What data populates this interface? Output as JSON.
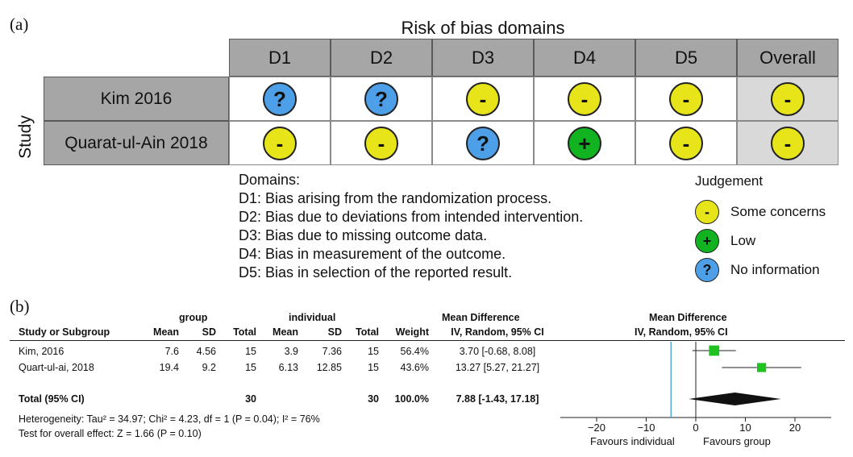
{
  "panel_a": {
    "label": "(a)",
    "title": "Risk of bias domains",
    "columns": [
      "D1",
      "D2",
      "D3",
      "D4",
      "D5",
      "Overall"
    ],
    "axis_label": "Study",
    "studies": [
      {
        "name": "Kim 2016",
        "judgements": [
          "?",
          "?",
          "-",
          "-",
          "-",
          "-"
        ],
        "colors": [
          "blue",
          "blue",
          "yellow",
          "yellow",
          "yellow",
          "yellow"
        ]
      },
      {
        "name": "Quarat-ul-Ain 2018",
        "judgements": [
          "-",
          "-",
          "?",
          "+",
          "-",
          "-"
        ],
        "colors": [
          "yellow",
          "yellow",
          "blue",
          "green",
          "yellow",
          "yellow"
        ]
      }
    ],
    "domains_heading": "Domains:",
    "domains": [
      "D1: Bias arising from the randomization process.",
      "D2: Bias due to deviations from intended intervention.",
      "D3: Bias due to missing outcome data.",
      "D4: Bias in measurement of the outcome.",
      "D5: Bias in selection of the reported result."
    ],
    "legend": {
      "title": "Judgement",
      "items": [
        {
          "symbol": "-",
          "color": "yellow",
          "label": "Some concerns"
        },
        {
          "symbol": "+",
          "color": "green",
          "label": "Low"
        },
        {
          "symbol": "?",
          "color": "blue",
          "label": "No information"
        }
      ]
    },
    "colors": {
      "yellow": "#e7e41a",
      "green": "#12b320",
      "blue": "#4d9fe8",
      "header_gray": "#a6a6a6"
    }
  },
  "panel_b": {
    "label": "(b)",
    "group_header": "group",
    "individual_header": "individual",
    "md_header": "Mean Difference",
    "md_sub": "IV, Random, 95% CI",
    "plot_header": "Mean Difference",
    "plot_sub": "IV, Random, 95% CI",
    "columns": [
      "Study or Subgroup",
      "Mean",
      "SD",
      "Total",
      "Mean",
      "SD",
      "Total",
      "Weight",
      "IV, Random, 95% CI"
    ],
    "rows": [
      {
        "study": "Kim, 2016",
        "g_mean": "7.6",
        "g_sd": "4.56",
        "g_total": "15",
        "i_mean": "3.9",
        "i_sd": "7.36",
        "i_total": "15",
        "weight": "56.4%",
        "ci": "3.70 [-0.68, 8.08]"
      },
      {
        "study": "Quart-ul-ai, 2018",
        "g_mean": "19.4",
        "g_sd": "9.2",
        "g_total": "15",
        "i_mean": "6.13",
        "i_sd": "12.85",
        "i_total": "15",
        "weight": "43.6%",
        "ci": "13.27 [5.27, 21.27]"
      }
    ],
    "total": {
      "label": "Total (95% CI)",
      "g_total": "30",
      "i_total": "30",
      "weight": "100.0%",
      "ci": "7.88 [-1.43, 17.18]"
    },
    "heterogeneity": "Heterogeneity: Tau² = 34.97; Chi² = 4.23, df = 1 (P = 0.04); I² = 76%",
    "overall_effect": "Test for overall effect: Z = 1.66 (P = 0.10)",
    "favours_left": "Favours individual",
    "favours_right": "Favours group"
  },
  "chart_data": {
    "type": "forest",
    "x_ticks": [
      -20,
      -10,
      0,
      10,
      20
    ],
    "x_tick_labels": [
      "−20",
      "−10",
      "0",
      "10",
      "20"
    ],
    "xlim": [
      -28,
      28
    ],
    "reference_line": -5,
    "studies": [
      {
        "name": "Kim, 2016",
        "estimate": 3.7,
        "lower": -0.68,
        "upper": 8.08,
        "weight": 56.4
      },
      {
        "name": "Quart-ul-ai, 2018",
        "estimate": 13.27,
        "lower": 5.27,
        "upper": 21.27,
        "weight": 43.6
      }
    ],
    "pooled": {
      "estimate": 7.88,
      "lower": -1.43,
      "upper": 17.18
    },
    "marker_color": "#1fc21f"
  }
}
